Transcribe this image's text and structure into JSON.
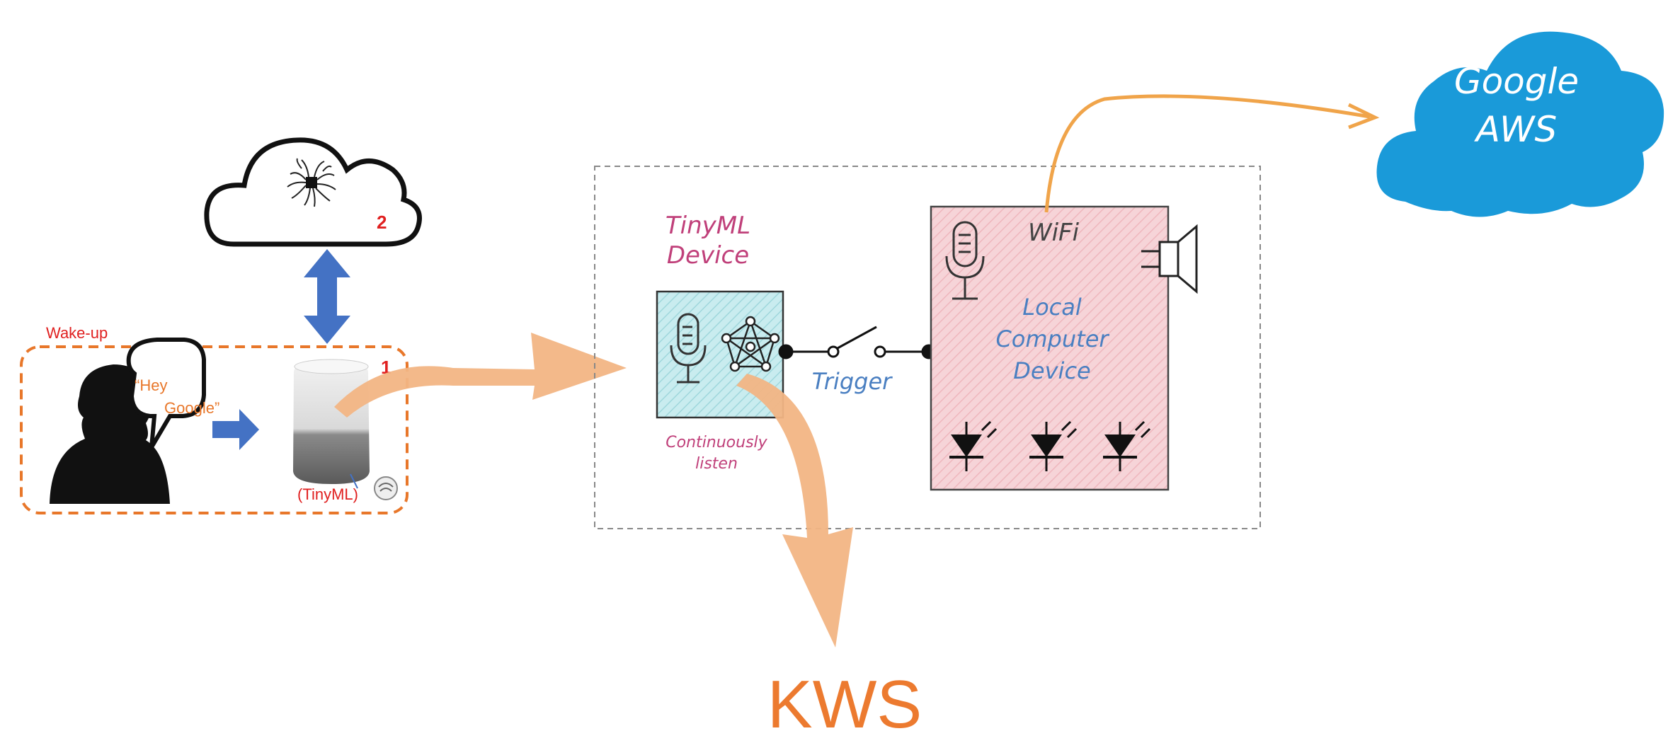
{
  "left_panel": {
    "wakeup_label": "Wake-up",
    "speech_line1": "“Hey",
    "speech_line2": "Google”",
    "step_1": "1",
    "step_2": "2",
    "tinyml_label": "(TinyML)"
  },
  "cloud": {
    "line1": "Google",
    "line2": "AWS",
    "color": "#1a9ad9"
  },
  "system": {
    "tinyml_title_line1": "TinyML",
    "tinyml_title_line2": "Device",
    "listen_line1": "Continuously",
    "listen_line2": "listen",
    "trigger_label": "Trigger",
    "wifi_label": "WiFi",
    "local_line1": "Local",
    "local_line2": "Computer",
    "local_line3": "Device"
  },
  "kws_label": "KWS",
  "colors": {
    "orange_arrow": "#f2b584",
    "kws_text": "#ec7a2f",
    "wakeup_red": "#e02020",
    "dash_orange": "#e8772a",
    "blue_arrow": "#4472c4",
    "tinyml_pink": "#c0407a",
    "handwriting_blue": "#4a7fc1",
    "tinyml_fill": "#c9ecef",
    "local_fill": "#f6d4d8"
  },
  "icons": [
    "brain-chip-icon",
    "person-silhouette-icon",
    "smart-speaker-icon",
    "microphone-icon",
    "neural-network-icon",
    "speaker-icon",
    "led-diode-icon"
  ]
}
